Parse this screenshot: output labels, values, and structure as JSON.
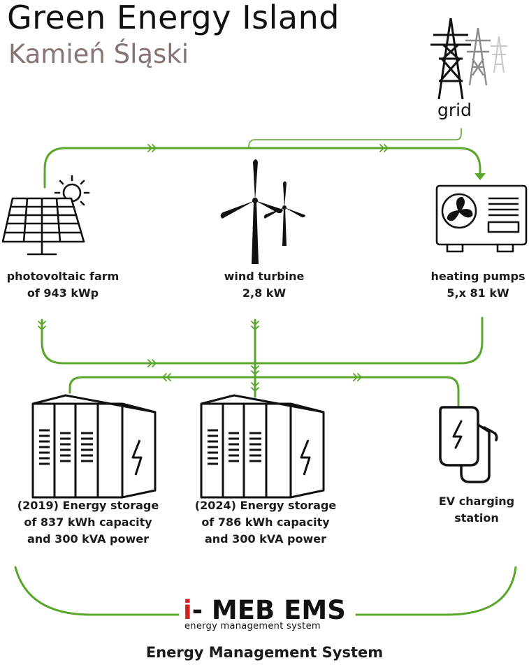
{
  "header": {
    "title": "Green Energy Island",
    "subtitle": "Kamień Śląski"
  },
  "nodes": {
    "grid": {
      "label": "grid",
      "icon": "power-pylon-icon"
    },
    "pv_farm": {
      "line1": "photovoltaic farm",
      "line2": "of 943 kWp",
      "icon": "solar-panel-icon"
    },
    "wind": {
      "line1": "wind turbine",
      "line2": "2,8 kW",
      "icon": "wind-turbine-icon"
    },
    "heating": {
      "line1": "heating pumps",
      "line2": "5,x 81 kW",
      "icon": "heat-pump-icon"
    },
    "storage_2019": {
      "line1": "(2019) Energy storage",
      "line2": "of 837 kWh capacity",
      "line3": "and 300 kVA power",
      "icon": "battery-container-icon"
    },
    "storage_2024": {
      "line1": "(2024) Energy storage",
      "line2": "of  786 kWh capacity",
      "line3": "and 300 kVA power",
      "icon": "battery-container-icon"
    },
    "ev": {
      "line1": "EV charging",
      "line2": "station",
      "icon": "ev-charger-icon"
    }
  },
  "ems": {
    "logo_prefix": "i",
    "logo_text": "- MEB EMS",
    "tagline": "energy management system"
  },
  "footer": "Energy Management System",
  "colors": {
    "flow_line": "#5aa62b",
    "icon": "#111111",
    "subtitle": "#857572",
    "brand_red": "#d6201e"
  }
}
